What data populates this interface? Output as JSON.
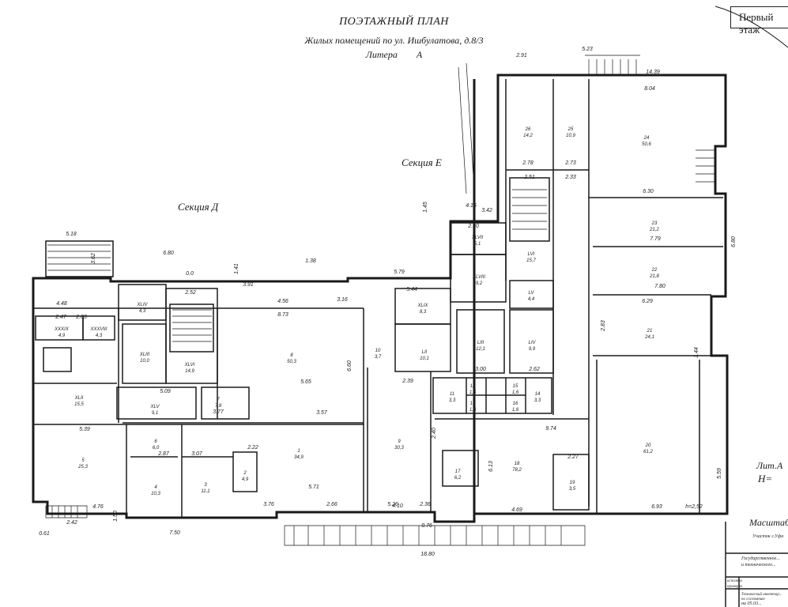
{
  "header": {
    "title": "ПОЭТАЖНЫЙ ПЛАН",
    "subtitle": "Жилых помещений по ул. Ишбулатова, д.8/3",
    "litera_label": "Литера",
    "litera_value": "А"
  },
  "stamp": "Первый этаж",
  "sections": {
    "d": "Секция Д",
    "e": "Секция Е"
  },
  "legend": {
    "lit": "Лит.А",
    "h": "Н=",
    "scale": "Масштаб"
  },
  "title_block": [
    "Участок г.Уфа",
    "Государственное...",
    "и технического...",
    "исполнил",
    "проверил",
    "Технический инвентар...",
    "по состоянию",
    "на 05.03..."
  ],
  "rooms": [
    {
      "id": "r26",
      "num": "26",
      "area": "14,2"
    },
    {
      "id": "r25",
      "num": "25",
      "area": "10,9"
    },
    {
      "id": "r24",
      "num": "24",
      "area": "50,6"
    },
    {
      "id": "r23",
      "num": "23",
      "area": "21,2"
    },
    {
      "id": "r22",
      "num": "22",
      "area": "21,8"
    },
    {
      "id": "r21",
      "num": "21",
      "area": "24,1"
    },
    {
      "id": "r20",
      "num": "20",
      "area": "61,2"
    },
    {
      "id": "r19",
      "num": "19",
      "area": "3,5"
    },
    {
      "id": "r18",
      "num": "18",
      "area": "78,2"
    },
    {
      "id": "r17",
      "num": "17",
      "area": "6,2"
    },
    {
      "id": "r9",
      "num": "9",
      "area": "30,3"
    },
    {
      "id": "r8",
      "num": "8",
      "area": "50,3"
    },
    {
      "id": "r1",
      "num": "1",
      "area": "34,9"
    },
    {
      "id": "r2",
      "num": "2",
      "area": "4,9"
    },
    {
      "id": "r3",
      "num": "3",
      "area": "11,1"
    },
    {
      "id": "r4",
      "num": "4",
      "area": "10,3"
    },
    {
      "id": "r5",
      "num": "5",
      "area": "25,3"
    },
    {
      "id": "r6",
      "num": "6",
      "area": "6,0"
    },
    {
      "id": "r7",
      "num": "7",
      "area": "7,8"
    },
    {
      "id": "r10",
      "num": "10",
      "area": "3,7"
    },
    {
      "id": "rXLII",
      "num": "XLII",
      "area": "15,5"
    },
    {
      "id": "rXLIII",
      "num": "XLIII",
      "area": "10,0"
    },
    {
      "id": "rXLIV",
      "num": "XLIV",
      "area": "4,3"
    },
    {
      "id": "rXLV",
      "num": "XLV",
      "area": "9,1"
    },
    {
      "id": "rXLVI",
      "num": "XLVI",
      "area": "14,9"
    },
    {
      "id": "rXLVII",
      "num": "XLVII",
      "area": "5,1"
    },
    {
      "id": "rXLVIII",
      "num": "XLVIII",
      "area": "9,2"
    },
    {
      "id": "rXLIX",
      "num": "XLIX",
      "area": "8,3"
    },
    {
      "id": "rLII",
      "num": "LII",
      "area": "10,1"
    },
    {
      "id": "rLIII",
      "num": "LIII",
      "area": "12,1"
    },
    {
      "id": "rLIV",
      "num": "LIV",
      "area": "9,9"
    },
    {
      "id": "rLV",
      "num": "LV",
      "area": "4,4"
    },
    {
      "id": "rLVI",
      "num": "LVI",
      "area": "15,7"
    },
    {
      "id": "rXXXIX",
      "num": "XXXIX",
      "area": "4,9"
    },
    {
      "id": "rXXXVIII",
      "num": "XXXVIII",
      "area": "4,3"
    },
    {
      "id": "r11",
      "num": "11",
      "area": "3,3"
    },
    {
      "id": "r12",
      "num": "12",
      "area": "1,6"
    },
    {
      "id": "r13",
      "num": "13",
      "area": "1,6"
    },
    {
      "id": "r14",
      "num": "14",
      "area": "3,3"
    },
    {
      "id": "r15",
      "num": "15",
      "area": "1,6"
    },
    {
      "id": "r16",
      "num": "16",
      "area": "1,6"
    }
  ],
  "dims": [
    {
      "id": "d1",
      "text": "5.18"
    },
    {
      "id": "d2",
      "text": "6.80"
    },
    {
      "id": "d3",
      "text": "3.62"
    },
    {
      "id": "d4",
      "text": "0.0"
    },
    {
      "id": "d5",
      "text": "4.48"
    },
    {
      "id": "d6",
      "text": "2.47"
    },
    {
      "id": "d7",
      "text": "2.03"
    },
    {
      "id": "d8",
      "text": "2.52"
    },
    {
      "id": "d9",
      "text": "1.41"
    },
    {
      "id": "d10",
      "text": "1.38"
    },
    {
      "id": "d11",
      "text": "3.91"
    },
    {
      "id": "d12",
      "text": "4.56"
    },
    {
      "id": "d13",
      "text": "8.73"
    },
    {
      "id": "d14",
      "text": "5.79"
    },
    {
      "id": "d15",
      "text": "3.16"
    },
    {
      "id": "d16",
      "text": "5.44"
    },
    {
      "id": "d17",
      "text": "2.90"
    },
    {
      "id": "d18",
      "text": "3.42"
    },
    {
      "id": "d19",
      "text": "4.16"
    },
    {
      "id": "d20",
      "text": "1.45"
    },
    {
      "id": "d21",
      "text": "2.91"
    },
    {
      "id": "d22",
      "text": "5.23"
    },
    {
      "id": "d23",
      "text": "14.39"
    },
    {
      "id": "d24",
      "text": "8.04"
    },
    {
      "id": "d25",
      "text": "2.78"
    },
    {
      "id": "d26",
      "text": "2.73"
    },
    {
      "id": "d27",
      "text": "6.30"
    },
    {
      "id": "d28",
      "text": "2.51"
    },
    {
      "id": "d29",
      "text": "2.33"
    },
    {
      "id": "d30",
      "text": "5.65"
    },
    {
      "id": "d31",
      "text": "6.60"
    },
    {
      "id": "d32",
      "text": "3.57"
    },
    {
      "id": "d33",
      "text": "5.09"
    },
    {
      "id": "d34",
      "text": "3.77"
    },
    {
      "id": "d35",
      "text": "5.39"
    },
    {
      "id": "d36",
      "text": "2.87"
    },
    {
      "id": "d37",
      "text": "3.07"
    },
    {
      "id": "d38",
      "text": "2.22"
    },
    {
      "id": "d39",
      "text": "5.71"
    },
    {
      "id": "d40",
      "text": "3.76"
    },
    {
      "id": "d41",
      "text": "2.66"
    },
    {
      "id": "d42",
      "text": "4.76"
    },
    {
      "id": "d43",
      "text": "7.50"
    },
    {
      "id": "d44",
      "text": "4.10"
    },
    {
      "id": "d45",
      "text": "5.26"
    },
    {
      "id": "d46",
      "text": "2.36"
    },
    {
      "id": "d47",
      "text": "4.69"
    },
    {
      "id": "d48",
      "text": "9.74"
    },
    {
      "id": "d49",
      "text": "6.93"
    },
    {
      "id": "d50",
      "text": "h=2,52"
    },
    {
      "id": "d51",
      "text": "18.80"
    },
    {
      "id": "d52",
      "text": "6.29"
    },
    {
      "id": "d53",
      "text": "7.80"
    },
    {
      "id": "d54",
      "text": "7.79"
    },
    {
      "id": "d55",
      "text": "2.83"
    },
    {
      "id": "d56",
      "text": "2.27"
    },
    {
      "id": "d57",
      "text": "6.13"
    },
    {
      "id": "d58",
      "text": "3.00"
    },
    {
      "id": "d59",
      "text": "2.62"
    },
    {
      "id": "d60",
      "text": "2.39"
    },
    {
      "id": "d61",
      "text": "2.40"
    },
    {
      "id": "d62",
      "text": "0.61"
    },
    {
      "id": "d63",
      "text": "2.42"
    },
    {
      "id": "d64",
      "text": "1.50"
    },
    {
      "id": "d65",
      "text": "0.76"
    },
    {
      "id": "d66",
      "text": "1.44"
    },
    {
      "id": "d67",
      "text": "5.59"
    },
    {
      "id": "d68",
      "text": "6.80"
    }
  ]
}
